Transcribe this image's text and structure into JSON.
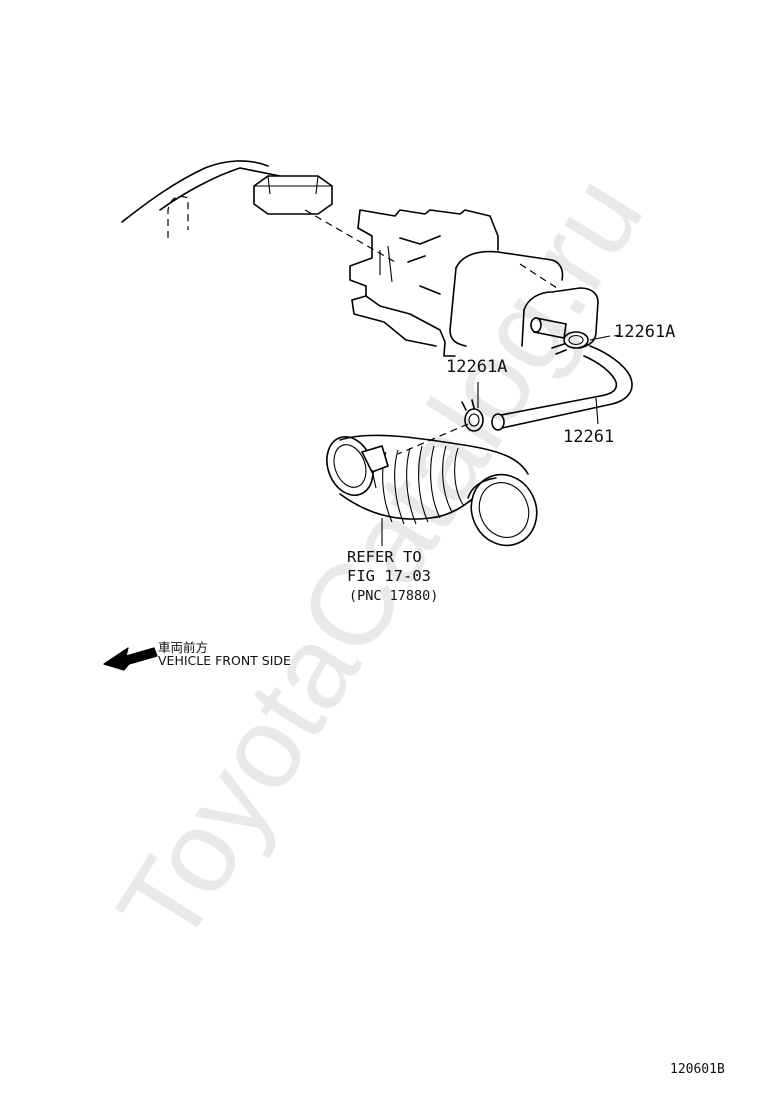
{
  "labels": {
    "part_clamp_upper": "12261A",
    "part_clamp_lower": "12261A",
    "part_hose": "12261",
    "refer_line1": "REFER TO",
    "refer_line2": "FIG 17-03",
    "refer_line3": "(PNC 17880)"
  },
  "direction": {
    "japanese": "車両前方",
    "english": "VEHICLE FRONT SIDE"
  },
  "watermark": "ToyotaCatalog.ru",
  "figure_code": "120601B"
}
